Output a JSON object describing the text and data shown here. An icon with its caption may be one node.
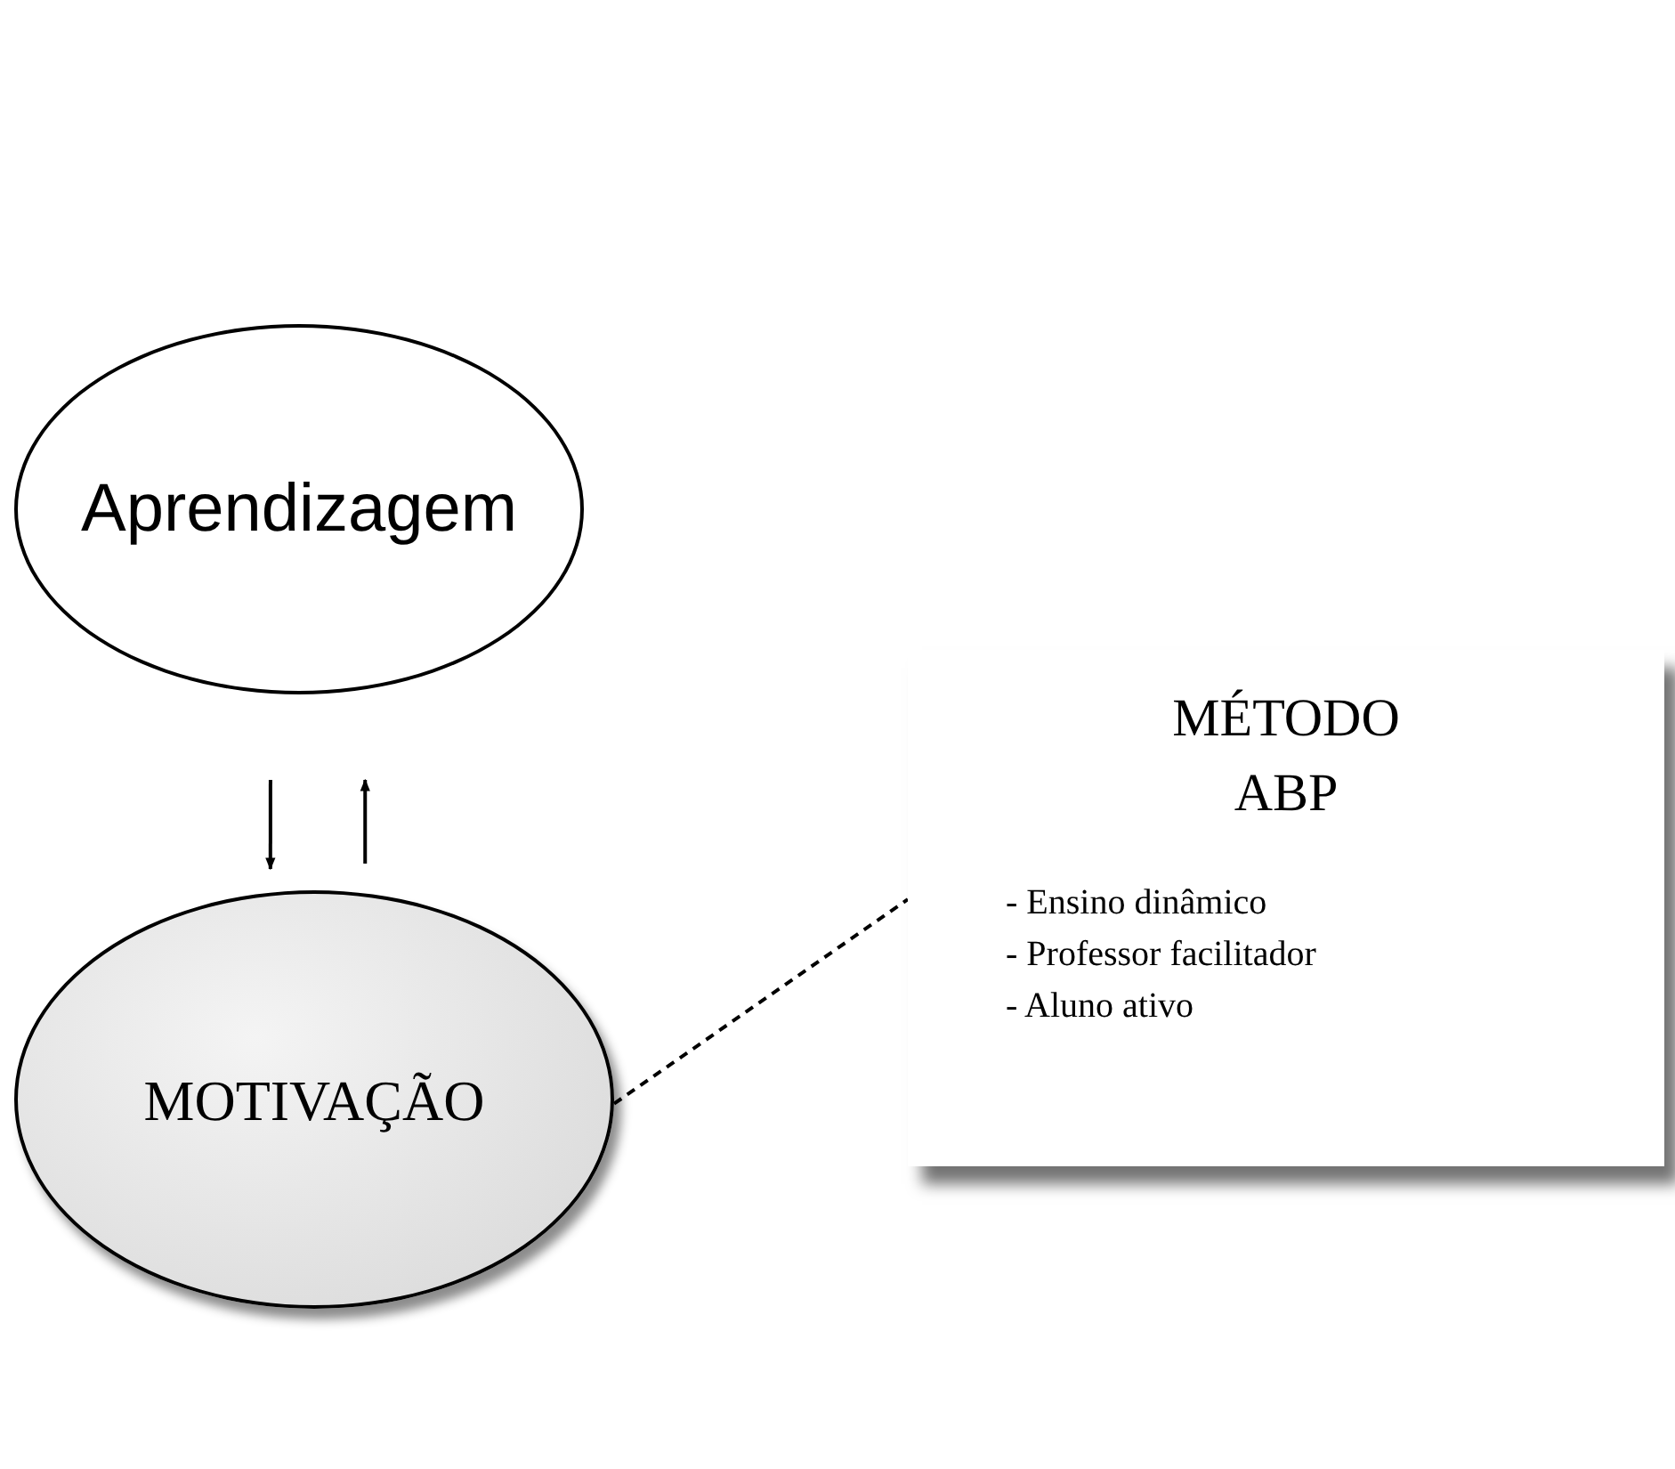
{
  "diagram": {
    "nodes": [
      {
        "text": [
          "Aprendizagem"
        ]
      },
      {
        "text": [
          "MOTIVAÇÃO"
        ]
      },
      {
        "text": [
          "MÉTODO ABP",
          "- Ensino dinâmico",
          "- Professor facilitador",
          "- Aluno ativo"
        ]
      }
    ],
    "edges": [
      {
        "from": 0,
        "to": 1,
        "arrow": "to"
      },
      {
        "from": 1,
        "to": 0,
        "arrow": "to"
      },
      {
        "from": 1,
        "to": 2,
        "arrow": "none",
        "style": "dashed"
      }
    ]
  }
}
